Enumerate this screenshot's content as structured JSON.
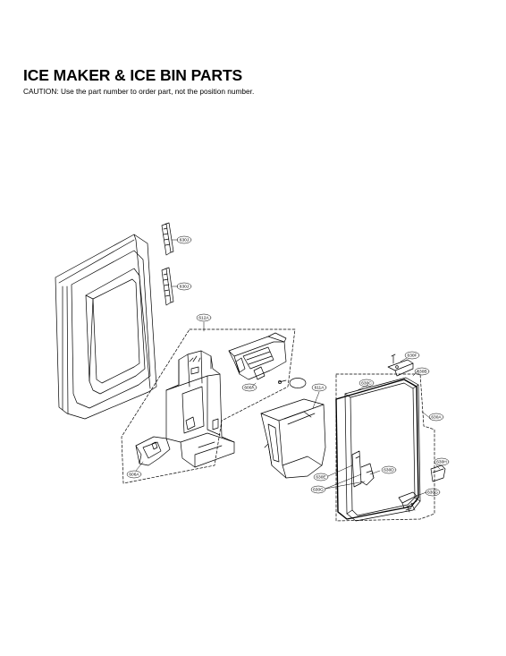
{
  "header": {
    "title": "ICE MAKER & ICE BIN PARTS",
    "caution": "CAUTION: Use the part number to order part, not the position number."
  },
  "callouts": {
    "c630J_top": "630J",
    "c630J_bottom": "630J",
    "c612A": "612A",
    "c600A": "600A",
    "c606A": "606A",
    "c611A": "611A",
    "c630C": "630C",
    "c630F": "630F",
    "c630B": "630B",
    "c630A": "630A",
    "c630H": "630H",
    "c630E": "630E",
    "c630D": "630D",
    "c630G_left": "630G",
    "c630G_right": "630G"
  }
}
